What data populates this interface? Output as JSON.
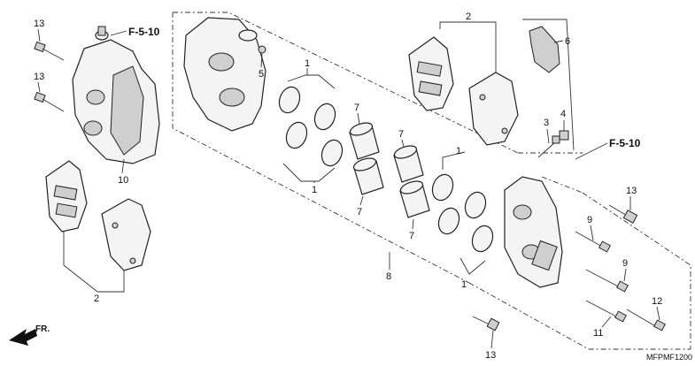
{
  "labels": {
    "n1": "1",
    "n2": "2",
    "n3": "3",
    "n4": "4",
    "n5": "5",
    "n6": "6",
    "n7": "7",
    "n8": "8",
    "n9": "9",
    "n10": "10",
    "n11": "11",
    "n12": "12",
    "n13": "13"
  },
  "refs": {
    "ref_a": "F-5-10"
  },
  "direction": "FR.",
  "code": "MFPMF1200",
  "colors": {
    "line": "#222222",
    "part_fill": "#f4f4f4"
  }
}
